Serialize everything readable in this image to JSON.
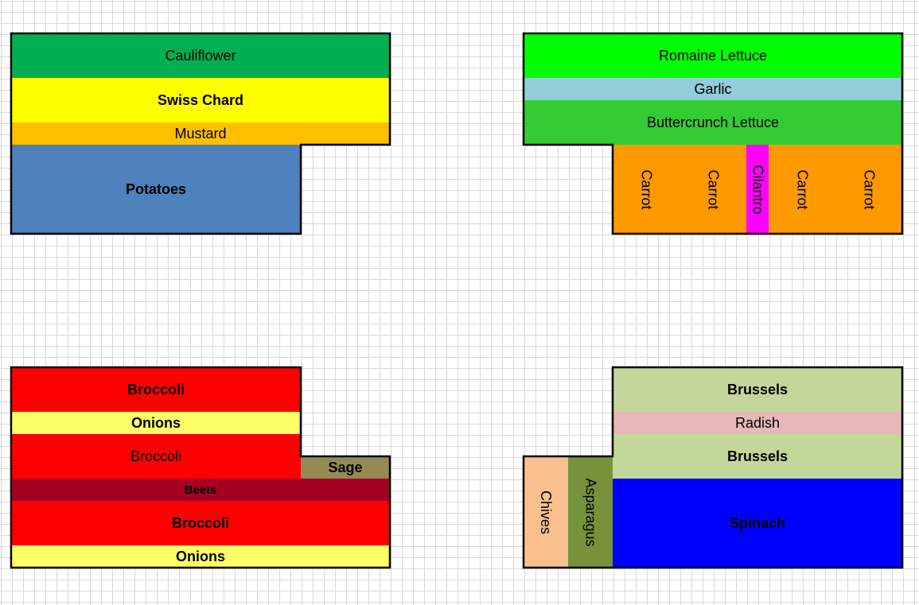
{
  "colors": {
    "cauliflower": "#00b050",
    "swiss_chard": "#ffff00",
    "mustard": "#ffc000",
    "potatoes": "#4f81bd",
    "romaine": "#00ff00",
    "garlic": "#92cddc",
    "buttercrunch": "#33cc33",
    "carrot": "#ff9900",
    "cilantro": "#ff00ff",
    "broccoli": "#ff0000",
    "onions": "#ffff66",
    "sage": "#948a54",
    "beets": "#a50021",
    "brussels": "#c4d79b",
    "radish": "#e6b8b7",
    "chives": "#fabf8f",
    "asparagus": "#76933c",
    "spinach": "#0000ff",
    "outline": "#000000"
  },
  "beds": {
    "bed1": {
      "cauliflower": "Cauliflower",
      "swiss_chard": "Swiss Chard",
      "mustard": "Mustard",
      "potatoes": "Potatoes"
    },
    "bed2": {
      "romaine": "Romaine Lettuce",
      "garlic": "Garlic",
      "buttercrunch": "Buttercrunch Lettuce",
      "carrot_1": "Carrot",
      "carrot_2": "Carrot",
      "cilantro": "Cilantro",
      "carrot_3": "Carrot",
      "carrot_4": "Carrot"
    },
    "bed3": {
      "broccoli_1": "Broccoli",
      "onions_1": "Onions",
      "broccoli_2": "Broccoli",
      "sage": "Sage",
      "beets": "Beets",
      "broccoli_3": "Broccoli",
      "onions_2": "Onions"
    },
    "bed4": {
      "brussels_1": "Brussels",
      "radish": "Radish",
      "brussels_2": "Brussels",
      "chives": "Chives",
      "asparagus": "Asparagus",
      "spinach": "Spinach"
    }
  }
}
